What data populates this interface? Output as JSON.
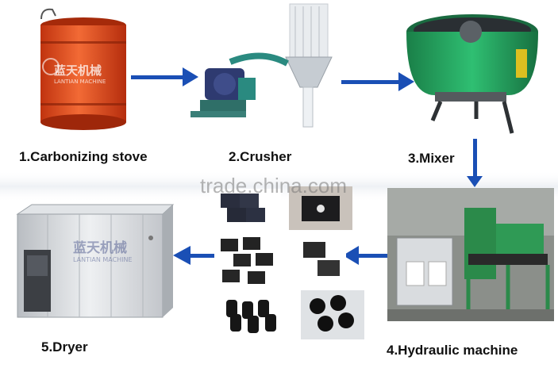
{
  "steps": [
    {
      "label": "1.Carbonizing stove"
    },
    {
      "label": "2.Crusher"
    },
    {
      "label": "3.Mixer"
    },
    {
      "label": "4.Hydraulic machine"
    },
    {
      "label": "5.Dryer"
    }
  ],
  "watermark": "trade.china.com",
  "brand": {
    "cn": "蓝天机械",
    "en": "LANTIAN MACHINE"
  },
  "colors": {
    "arrow": "#1a4fb5",
    "stove": "#e04a1a",
    "mixer": "#1e9c5a",
    "machine": "#2b8a4a",
    "dryer": "#d0d3d6"
  }
}
